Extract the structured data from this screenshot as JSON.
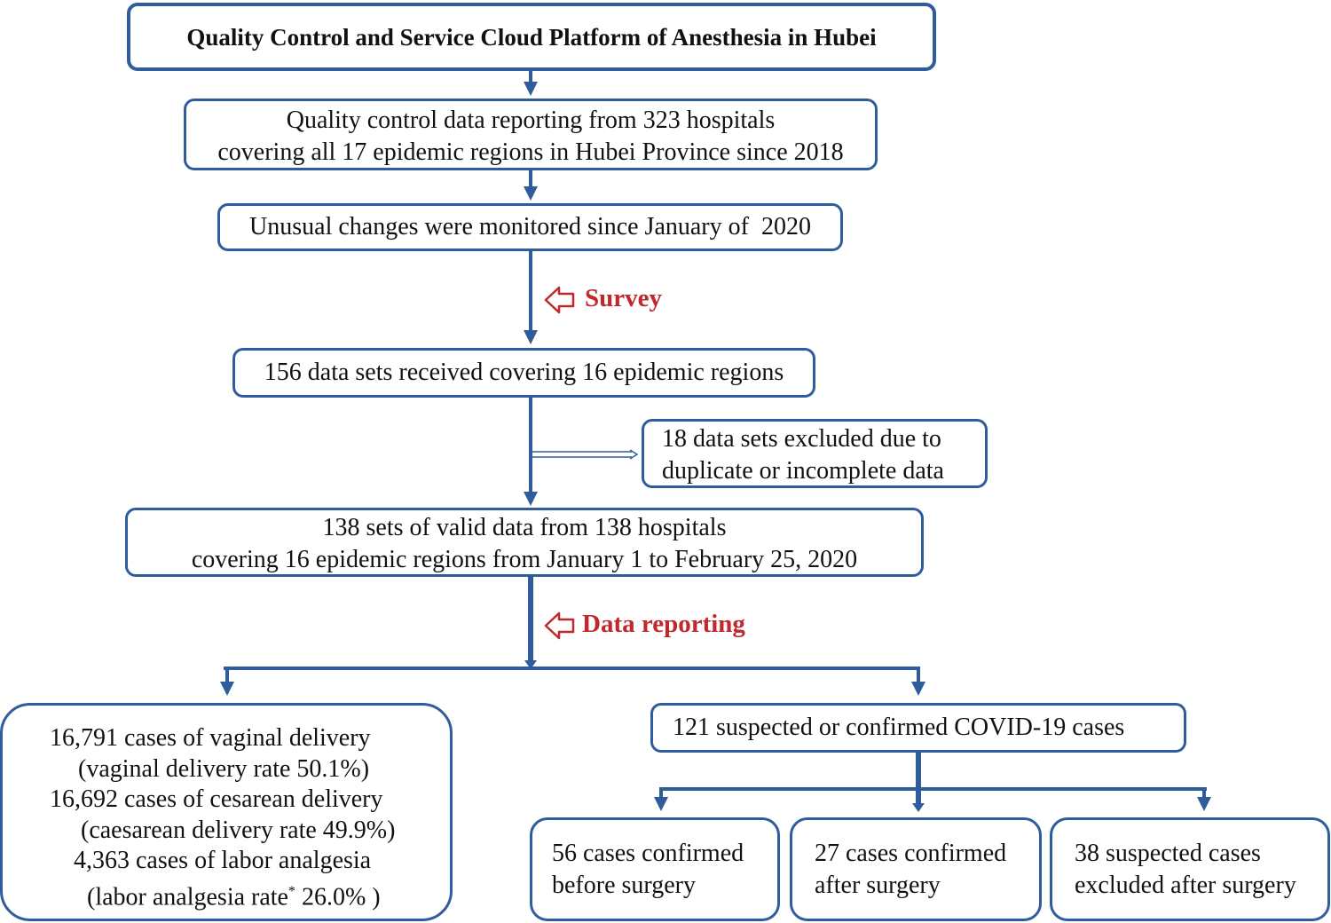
{
  "title": "Quality Control and Service Cloud Platform of Anesthesia in Hubei",
  "reporting": {
    "line1": "Quality control data reporting from 323 hospitals",
    "line2": "covering all 17 epidemic regions in Hubei Province since 2018"
  },
  "monitoring": "Unusual changes were monitored since January of  2020",
  "survey_label": "Survey",
  "received": "156 data sets received covering 16 epidemic regions",
  "excluded": {
    "line1": "18 data sets excluded due to",
    "line2": "duplicate or incomplete data"
  },
  "valid": {
    "line1": "138 sets of valid data from 138 hospitals",
    "line2": "covering 16 epidemic regions from January 1 to February 25, 2020"
  },
  "data_reporting_label": "Data reporting",
  "deliveries": {
    "vaginal": "16,791 cases of vaginal delivery",
    "vaginal_rate": "(vaginal delivery rate 50.1%)",
    "cesarean": "16,692 cases of cesarean delivery",
    "cesarean_rate": "(caesarean delivery rate 49.9%)",
    "labor": "4,363 cases of labor analgesia",
    "labor_rate_prefix": "(labor analgesia rate",
    "labor_rate_mark": "*",
    "labor_rate_suffix": " 26.0% )"
  },
  "covid": "121 suspected or confirmed COVID-19 cases",
  "outcomes": {
    "before": {
      "line1": "56 cases confirmed",
      "line2": "before surgery"
    },
    "after": {
      "line1": "27 cases confirmed",
      "line2": "after surgery"
    },
    "excluded": {
      "line1": "38 suspected cases",
      "line2": "excluded after surgery"
    }
  },
  "colors": {
    "border": "#2f5d9c",
    "label": "#c0282d"
  }
}
